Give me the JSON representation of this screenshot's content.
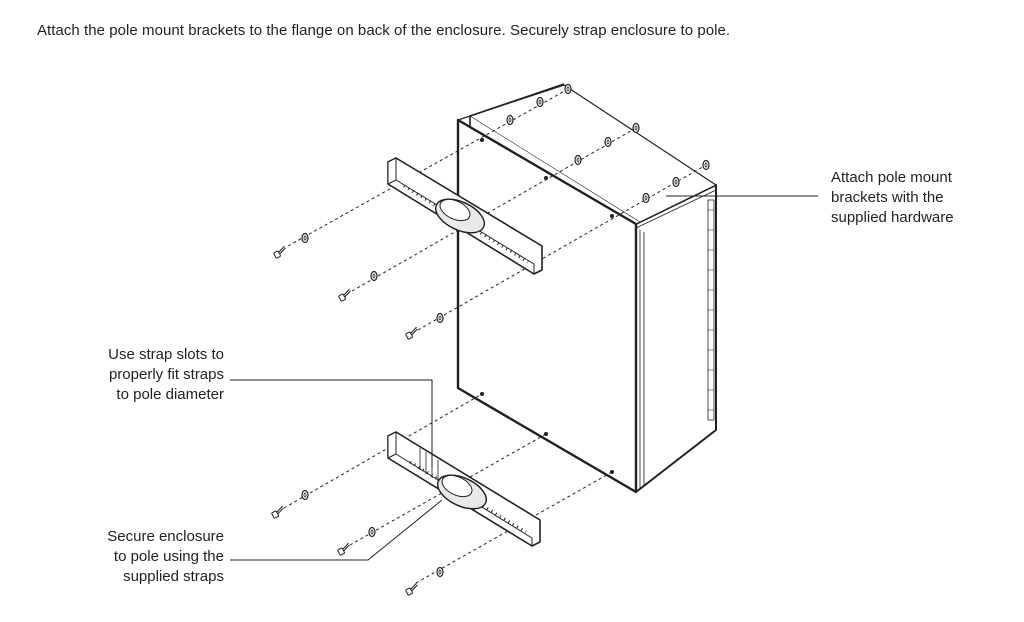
{
  "instruction": "Attach the pole mount brackets to the flange on back of the enclosure. Securely strap enclosure to pole.",
  "callouts": {
    "hardware": [
      "Attach pole mount",
      "brackets with the",
      "supplied hardware"
    ],
    "slots": [
      "Use strap slots to",
      "properly fit straps",
      "to pole diameter"
    ],
    "straps": [
      "Secure enclosure",
      "to pole using the",
      "supplied straps"
    ]
  },
  "colors": {
    "line": "#231f20",
    "box_face": "#ffffff"
  }
}
